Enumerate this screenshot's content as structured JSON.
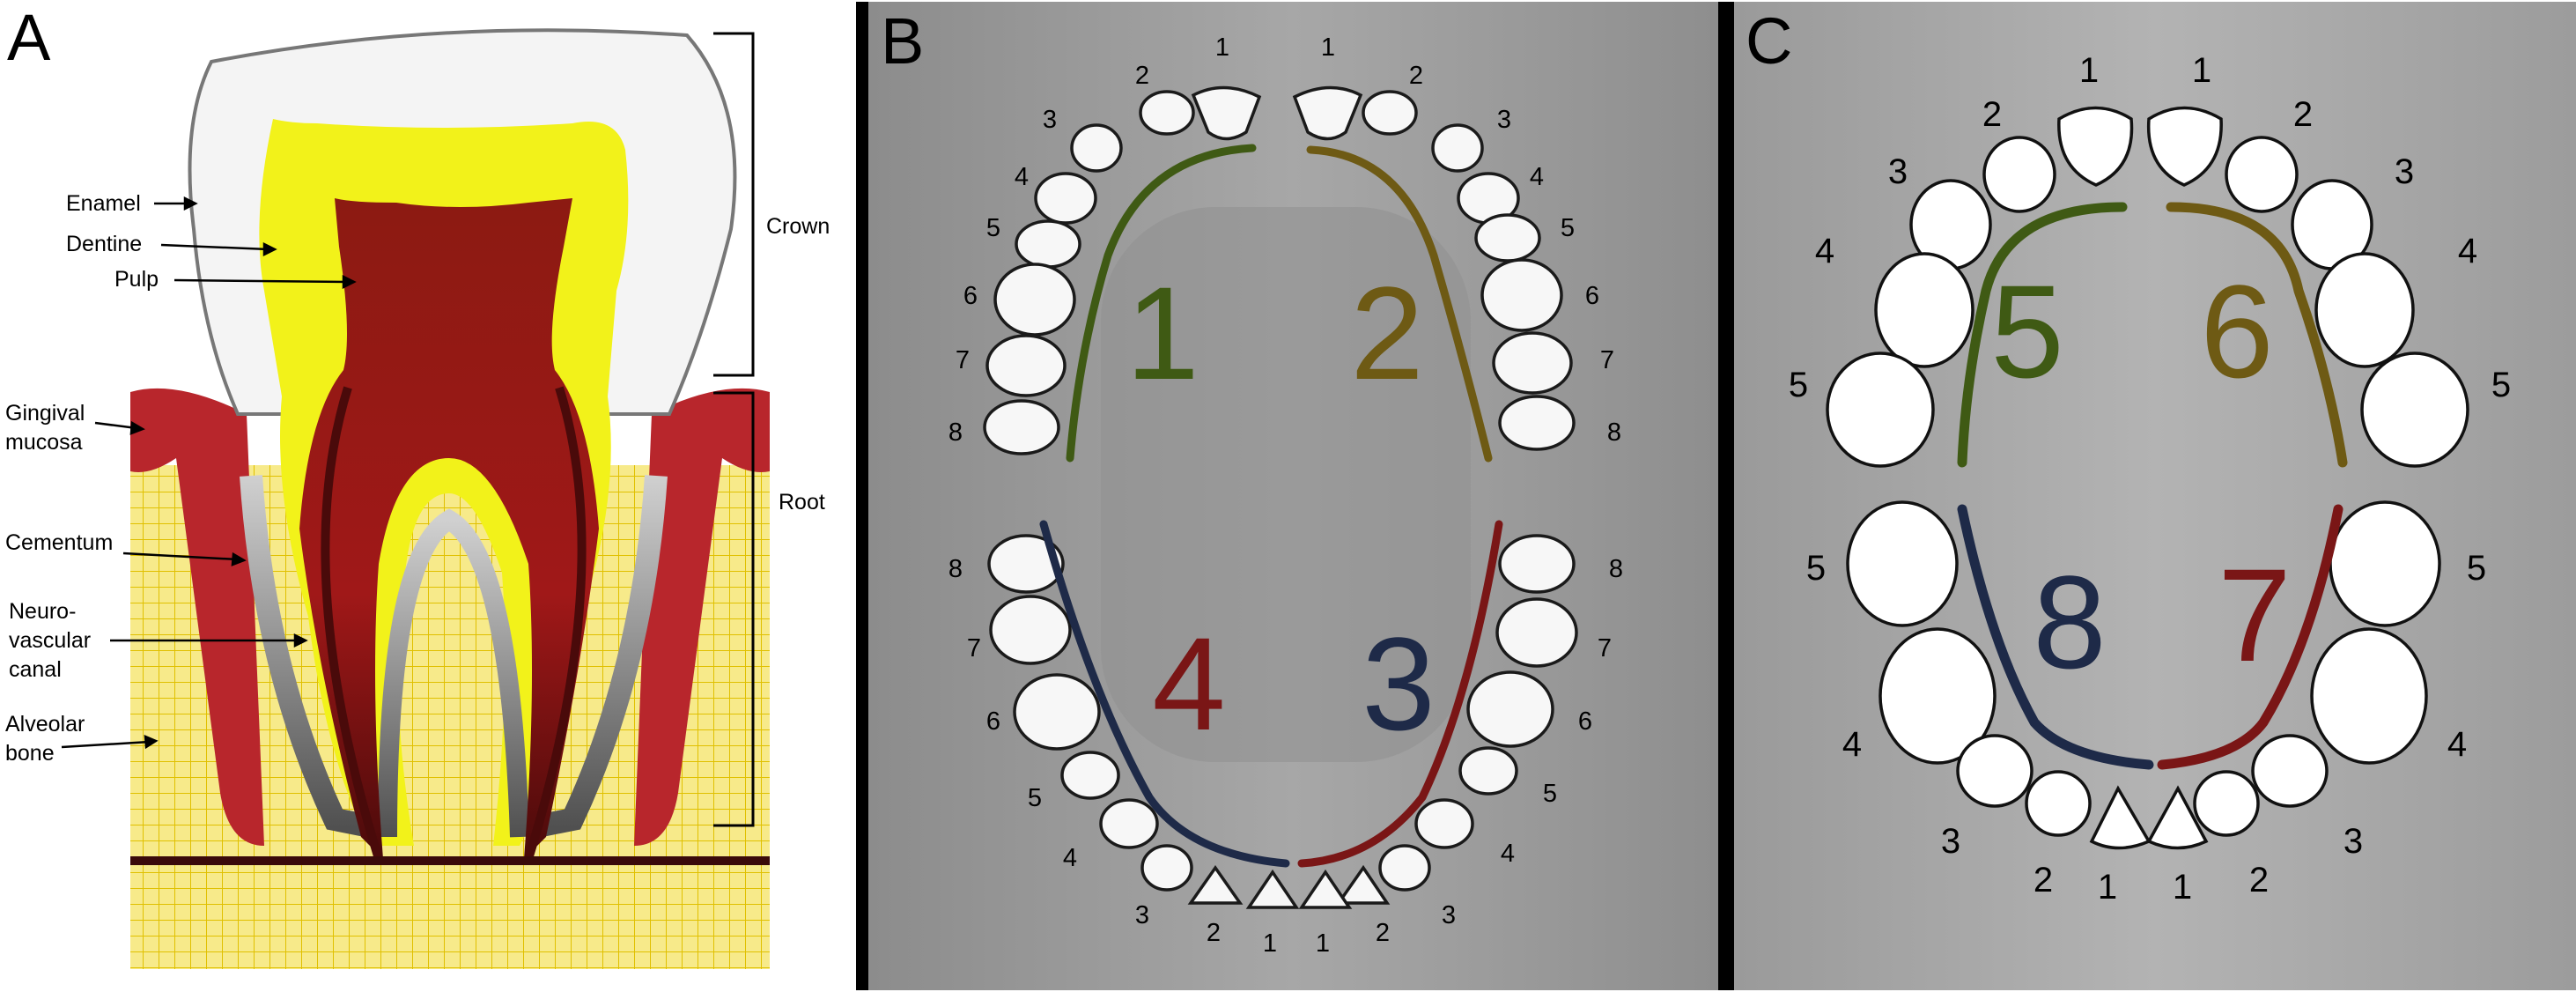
{
  "panels": {
    "a": {
      "letter": "A",
      "labels": {
        "enamel": "Enamel",
        "dentine": "Dentine",
        "pulp": "Pulp",
        "gingival1": "Gingival",
        "gingival2": "mucosa",
        "cementum": "Cementum",
        "neuro1": "Neuro-",
        "neuro2": "vascular",
        "neuro3": "canal",
        "alveolar1": "Alveolar",
        "alveolar2": "bone",
        "crown": "Crown",
        "root": "Root"
      }
    },
    "b": {
      "letter": "B",
      "quadrants": [
        "1",
        "2",
        "3",
        "4"
      ],
      "tooth_numbers": {
        "upper_right": [
          "1",
          "2",
          "3",
          "4",
          "5",
          "6",
          "7",
          "8"
        ],
        "upper_left": [
          "1",
          "2",
          "3",
          "4",
          "5",
          "6",
          "7",
          "8"
        ],
        "lower_left": [
          "1",
          "2",
          "3",
          "4",
          "5",
          "6",
          "7",
          "8"
        ],
        "lower_right": [
          "1",
          "2",
          "3",
          "4",
          "5",
          "6",
          "7",
          "8"
        ]
      }
    },
    "c": {
      "letter": "C",
      "quadrants": [
        "5",
        "6",
        "7",
        "8"
      ],
      "tooth_numbers": {
        "upper_right": [
          "1",
          "2",
          "3",
          "4",
          "5"
        ],
        "upper_left": [
          "1",
          "2",
          "3",
          "4",
          "5"
        ],
        "lower_left": [
          "1",
          "2",
          "3",
          "4",
          "5"
        ],
        "lower_right": [
          "1",
          "2",
          "3",
          "4",
          "5"
        ]
      }
    }
  },
  "colors": {
    "enamel": "#f4f4f4",
    "dentine": "#f2f21a",
    "pulp": "#a01818",
    "gingiva": "#b8262c",
    "bone": "#f7ea8a",
    "bone_grid": "#e0c000",
    "quadrant_green": "#3f5a14",
    "quadrant_olive": "#6e5a14",
    "quadrant_navy": "#1e2a48",
    "quadrant_red": "#7a1616"
  }
}
